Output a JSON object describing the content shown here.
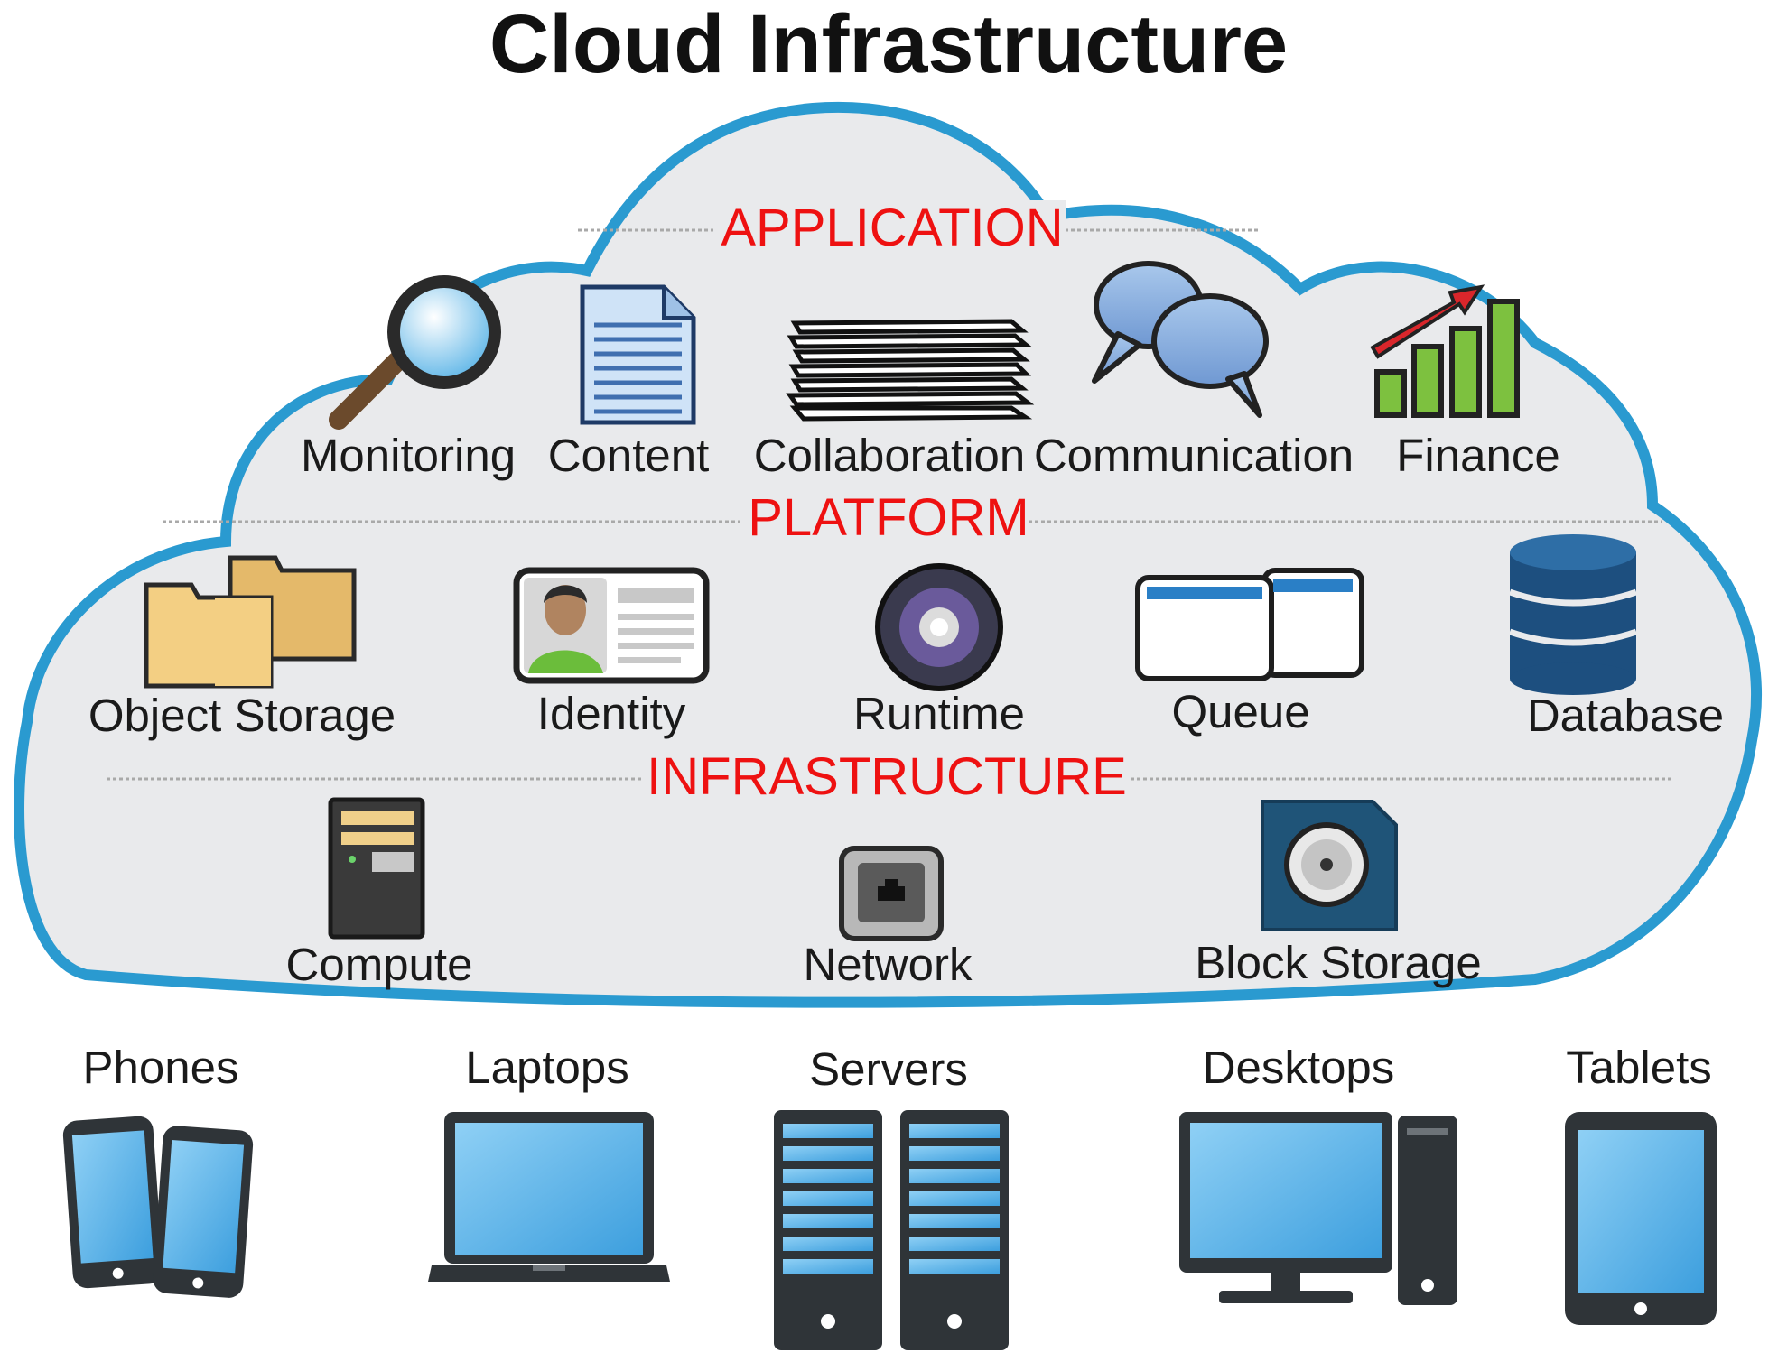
{
  "title": "Cloud Infrastructure",
  "colors": {
    "cloud_outline": "#2a9ad0",
    "cloud_fill": "#e9eaec",
    "section_label": "#ee1111",
    "screen_blue": "#5ab4e8",
    "device_dark": "#2f3438"
  },
  "layers": {
    "application": {
      "label": "APPLICATION",
      "items": [
        {
          "label": "Monitoring",
          "icon": "magnifier-icon"
        },
        {
          "label": "Content",
          "icon": "document-icon"
        },
        {
          "label": "Collaboration",
          "icon": "paper-stack-icon"
        },
        {
          "label": "Communication",
          "icon": "speech-bubbles-icon"
        },
        {
          "label": "Finance",
          "icon": "growth-chart-icon"
        }
      ]
    },
    "platform": {
      "label": "PLATFORM",
      "items": [
        {
          "label": "Object Storage",
          "icon": "folders-icon"
        },
        {
          "label": "Identity",
          "icon": "id-card-icon"
        },
        {
          "label": "Runtime",
          "icon": "disc-icon"
        },
        {
          "label": "Queue",
          "icon": "windows-icon"
        },
        {
          "label": "Database",
          "icon": "database-icon"
        }
      ]
    },
    "infrastructure": {
      "label": "INFRASTRUCTURE",
      "items": [
        {
          "label": "Compute",
          "icon": "server-tower-icon"
        },
        {
          "label": "Network",
          "icon": "network-port-icon"
        },
        {
          "label": "Block Storage",
          "icon": "hard-drive-icon"
        }
      ]
    }
  },
  "devices": [
    {
      "label": "Phones",
      "icon": "phones-icon"
    },
    {
      "label": "Laptops",
      "icon": "laptop-icon"
    },
    {
      "label": "Servers",
      "icon": "server-racks-icon"
    },
    {
      "label": "Desktops",
      "icon": "desktop-icon"
    },
    {
      "label": "Tablets",
      "icon": "tablet-icon"
    }
  ]
}
